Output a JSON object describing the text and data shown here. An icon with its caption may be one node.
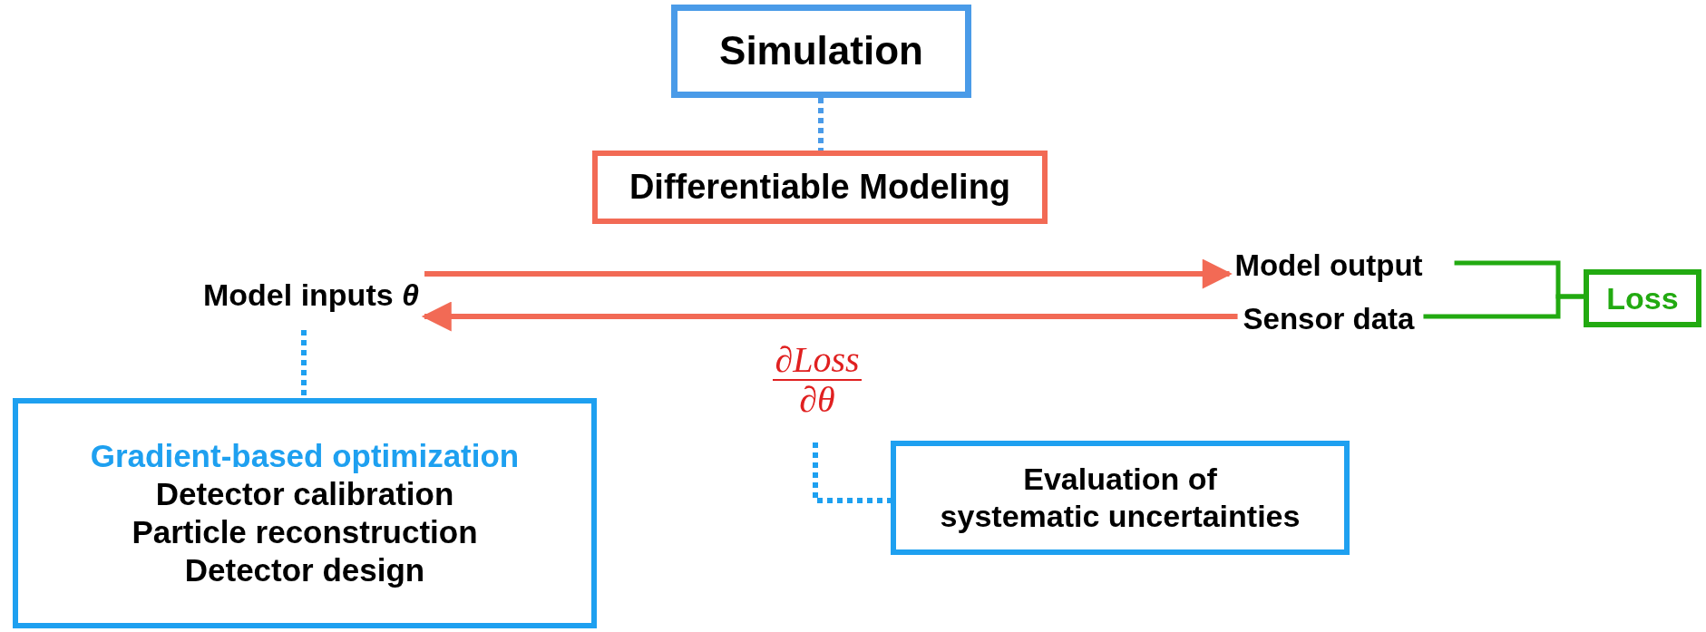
{
  "diagram": {
    "nodes": [
      {
        "text": [
          "Simulation"
        ]
      },
      {
        "text": [
          "Differentiable Modeling"
        ]
      },
      {
        "text": [
          "Model inputs *θ*"
        ]
      },
      {
        "text": [
          "Model output"
        ]
      },
      {
        "text": [
          "Sensor data"
        ]
      },
      {
        "text": [
          "Loss"
        ]
      },
      {
        "text": [
          "∂*Loss*",
          "∂*θ*"
        ]
      },
      {
        "text": [
          "Gradient-based optimization",
          "Detector calibration",
          "Particle reconstruction",
          "Detector design"
        ]
      },
      {
        "text": [
          "Evaluation of systematic uncertainties"
        ]
      }
    ],
    "edges": [
      {
        "from": 0,
        "to": 1,
        "arrow": "none",
        "style": "dashed",
        "color": "#4a9be8"
      },
      {
        "from": 2,
        "to": 3,
        "arrow": "to",
        "color": "#f26a55"
      },
      {
        "from": 4,
        "to": 2,
        "arrow": "to",
        "color": "#f26a55"
      },
      {
        "from": 3,
        "to": 5,
        "arrow": "none",
        "color": "#22aa11"
      },
      {
        "from": 4,
        "to": 5,
        "arrow": "none",
        "color": "#22aa11"
      },
      {
        "from": 6,
        "to": 8,
        "arrow": "none",
        "style": "dashed",
        "color": "#1ea0f0"
      },
      {
        "from": 2,
        "to": 7,
        "arrow": "none",
        "style": "dashed",
        "color": "#1ea0f0"
      }
    ]
  }
}
